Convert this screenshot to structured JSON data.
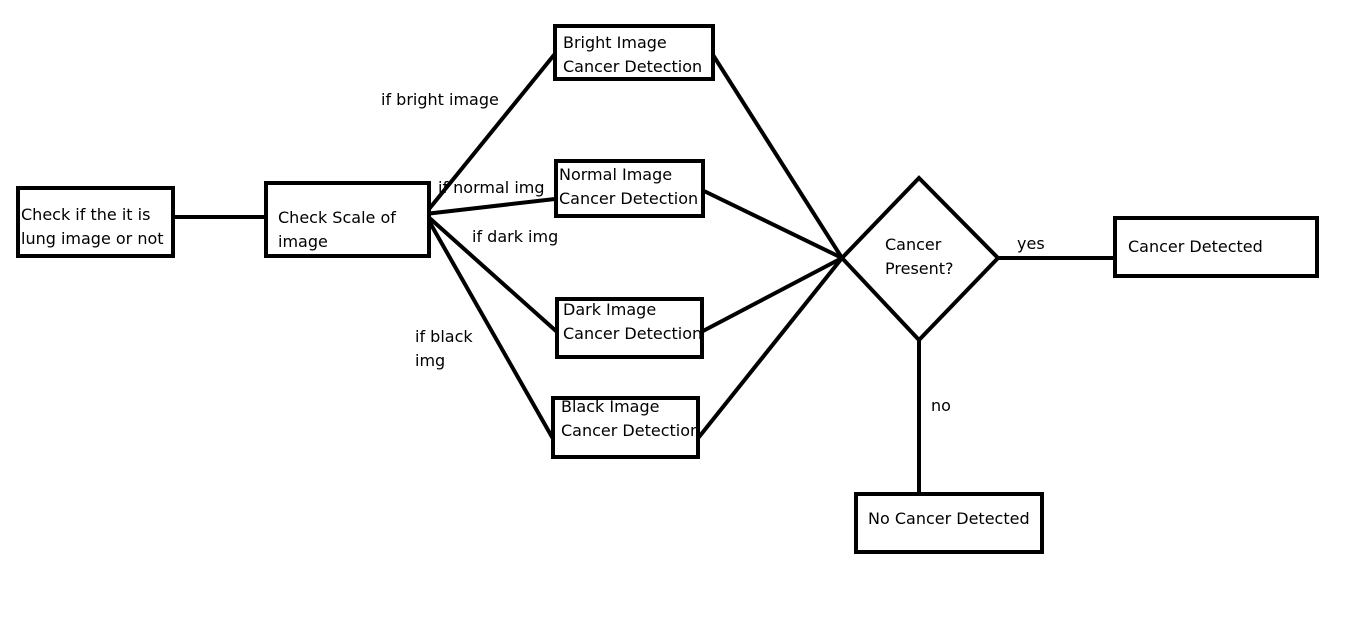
{
  "nodes": {
    "lung_check": {
      "line1": "Check if the it is",
      "line2": "lung image or not"
    },
    "check_scale": {
      "line1": "Check Scale of",
      "line2": "image"
    },
    "bright": {
      "line1": "Bright Image",
      "line2": "Cancer Detection"
    },
    "normal": {
      "line1": "Normal Image",
      "line2": "Cancer Detection"
    },
    "dark": {
      "line1": "Dark Image",
      "line2": "Cancer Detection"
    },
    "black": {
      "line1": "Black Image",
      "line2": "Cancer Detection"
    },
    "decision": {
      "line1": "Cancer",
      "line2": "Present?"
    },
    "detected": {
      "text": "Cancer Detected"
    },
    "not_detected": {
      "text": "No Cancer Detected"
    }
  },
  "edge_labels": {
    "bright": "if bright image",
    "normal": "if normal img",
    "dark": "if dark img",
    "black_line1": "if black",
    "black_line2": "img",
    "yes": "yes",
    "no": "no"
  }
}
